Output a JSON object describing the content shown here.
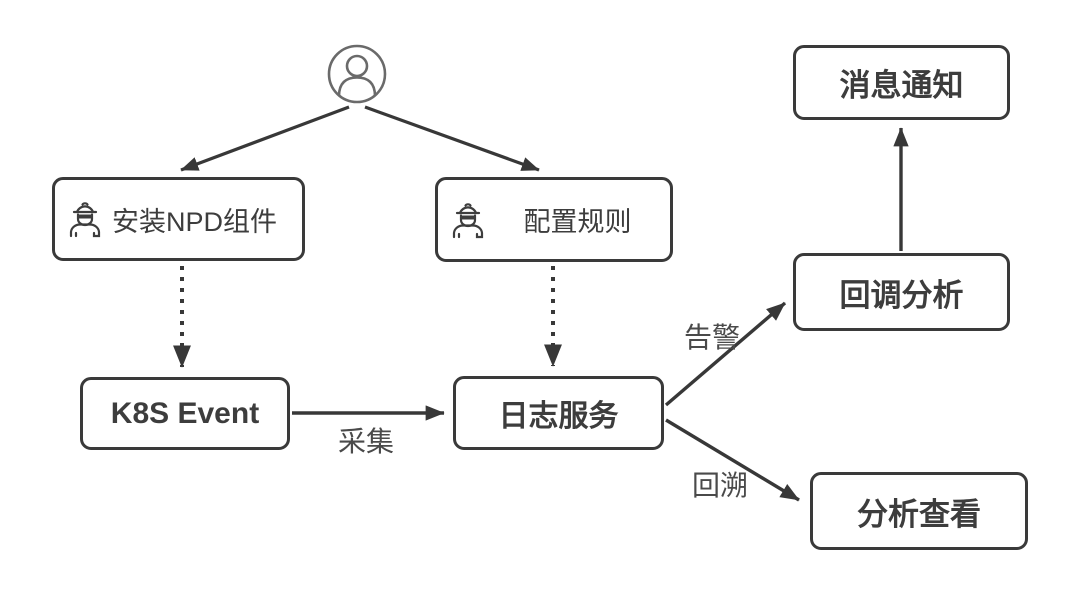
{
  "diagram": {
    "type": "flowchart",
    "background_color": "#ffffff",
    "line_color": "#383838",
    "box_border_color": "#3a3a3a",
    "text_color": "#4a4a4a"
  },
  "nodes": {
    "user": {
      "icon": "user-icon"
    },
    "install": {
      "label": "安装NPD组件",
      "icon": "worker-icon"
    },
    "config": {
      "label": "配置规则",
      "icon": "worker-icon"
    },
    "k8s_event": {
      "label": "K8S Event"
    },
    "log_service": {
      "label": "日志服务"
    },
    "notification": {
      "label": "消息通知"
    },
    "callback_analysis": {
      "label": "回调分析"
    },
    "analysis_view": {
      "label": "分析查看"
    }
  },
  "edges": {
    "user_to_install": {
      "from": "user",
      "to": "install",
      "style": "solid",
      "label": ""
    },
    "user_to_config": {
      "from": "user",
      "to": "config",
      "style": "solid",
      "label": ""
    },
    "install_to_k8s": {
      "from": "install",
      "to": "k8s_event",
      "style": "dotted",
      "label": ""
    },
    "config_to_log": {
      "from": "config",
      "to": "log_service",
      "style": "dotted",
      "label": ""
    },
    "collect": {
      "from": "k8s_event",
      "to": "log_service",
      "style": "solid",
      "label": "采集"
    },
    "alert": {
      "from": "log_service",
      "to": "callback_analysis",
      "style": "solid",
      "label": "告警"
    },
    "trace": {
      "from": "log_service",
      "to": "analysis_view",
      "style": "solid",
      "label": "回溯"
    },
    "callback_to_notify": {
      "from": "callback_analysis",
      "to": "notification",
      "style": "solid",
      "label": ""
    }
  }
}
